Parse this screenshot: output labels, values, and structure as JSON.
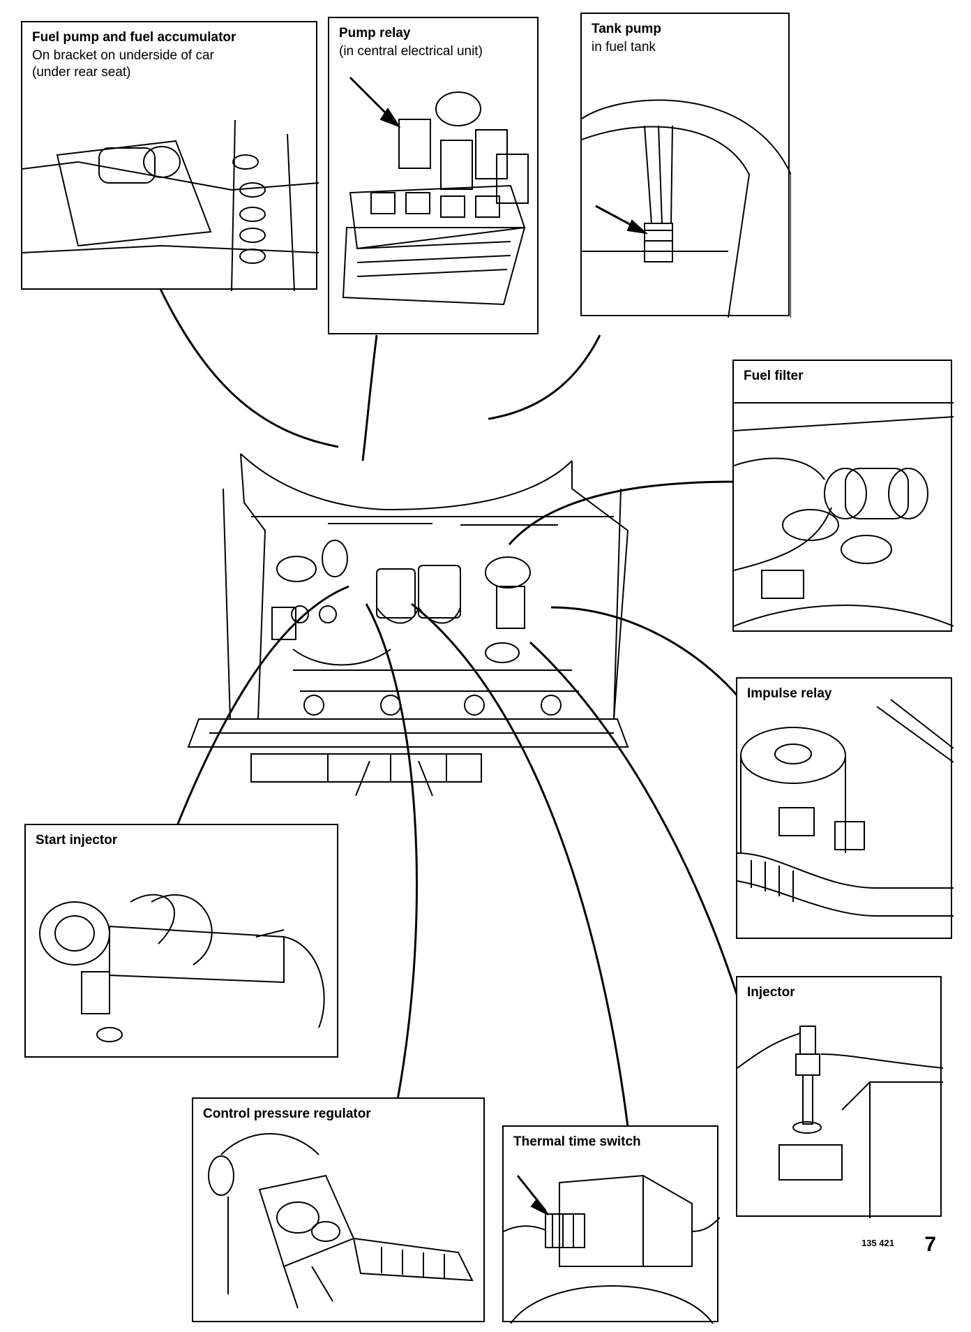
{
  "callouts": {
    "fuel_pump": {
      "title": "Fuel pump and fuel accumulator",
      "line1": "On bracket on underside of car",
      "line2": "(under rear seat)"
    },
    "pump_relay": {
      "title": "Pump relay",
      "line1": "(in central electrical unit)"
    },
    "tank_pump": {
      "title": "Tank pump",
      "line1": "in fuel tank"
    },
    "fuel_filter": {
      "title": "Fuel filter"
    },
    "impulse_relay": {
      "title": "Impulse relay"
    },
    "start_injector": {
      "title": "Start injector"
    },
    "injector": {
      "title": "Injector"
    },
    "control_pressure_regulator": {
      "title": "Control pressure regulator"
    },
    "thermal_time_switch": {
      "title": "Thermal time switch"
    }
  },
  "footer": {
    "figure_ref": "135 421",
    "page_number": "7"
  }
}
